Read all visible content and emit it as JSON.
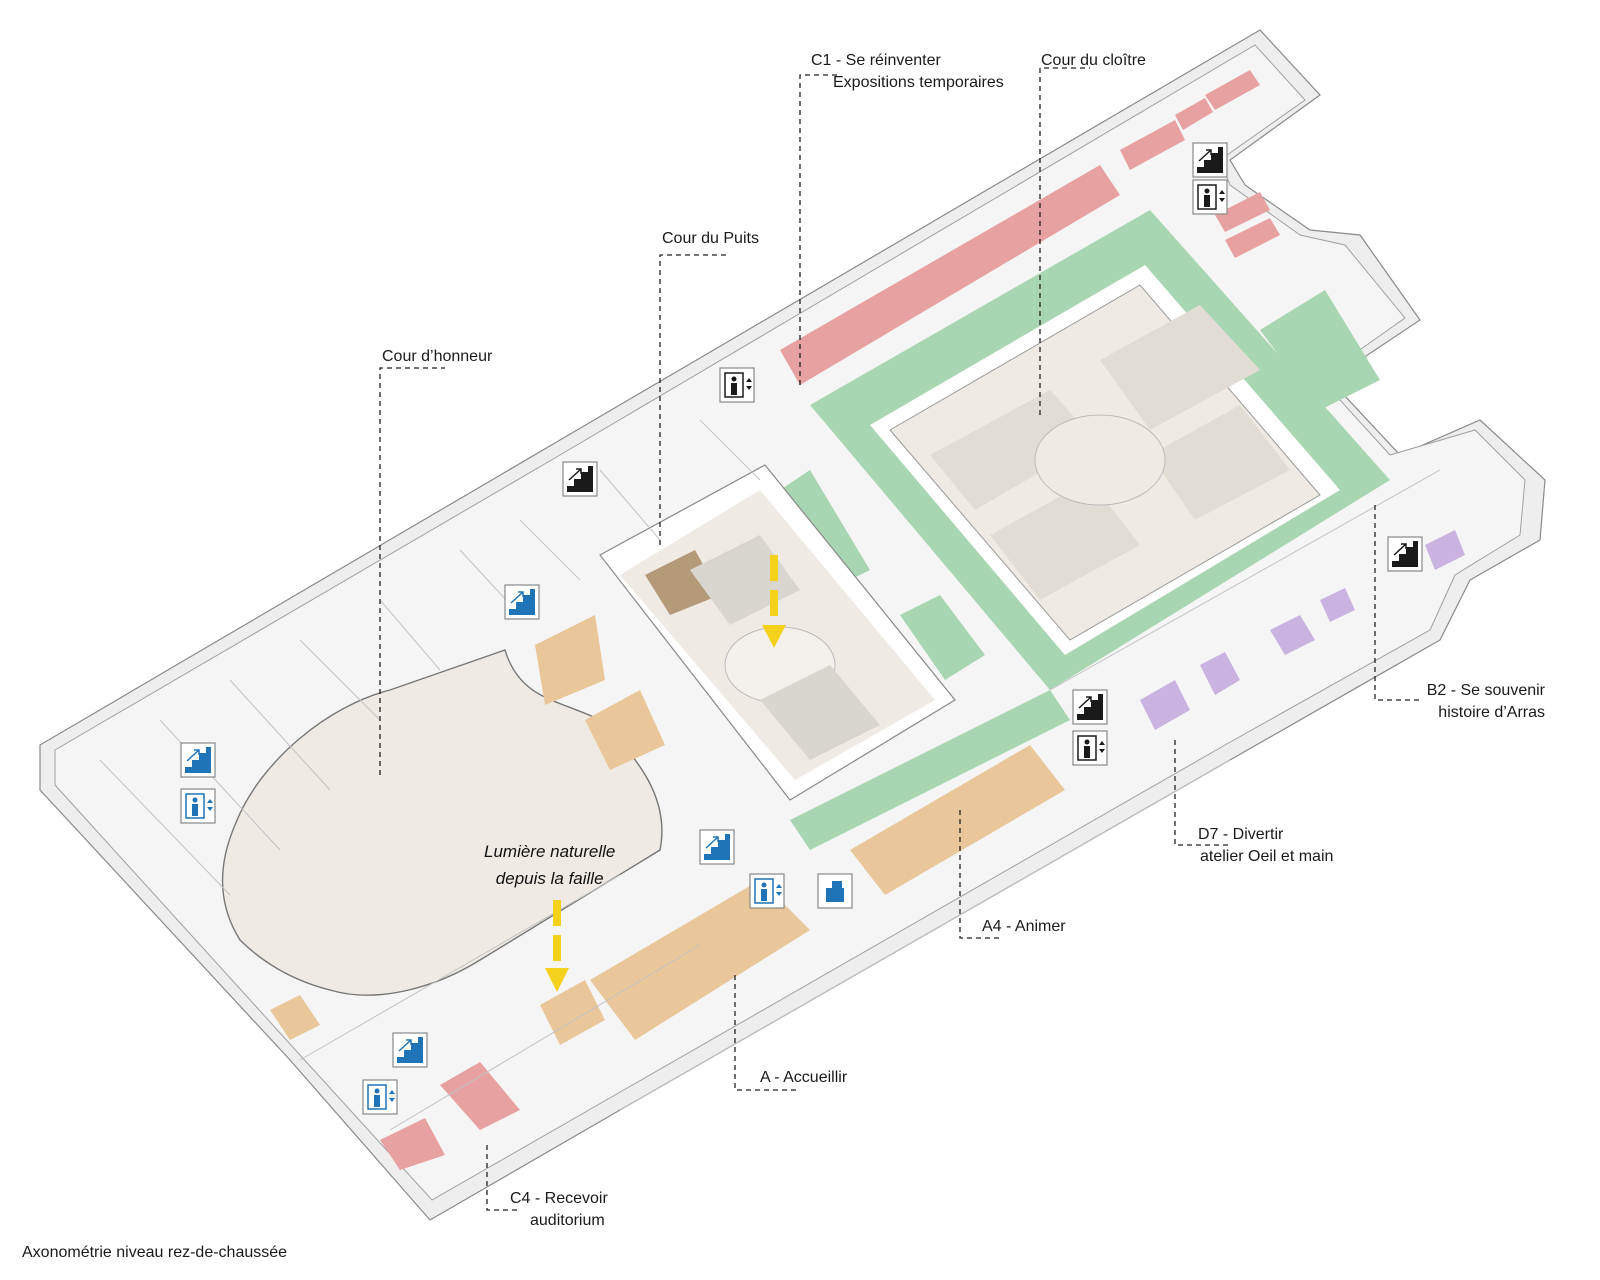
{
  "labels": {
    "c1": {
      "line1": "C1 - Se réinventer",
      "line2": "Expositions temporaires"
    },
    "cloitre": "Cour du cloître",
    "puits": "Cour du Puits",
    "honneur": "Cour d’honneur",
    "b2": {
      "line1": "B2 - Se souvenir",
      "line2": "histoire d’Arras"
    },
    "d7": {
      "line1": "D7 - Divertir",
      "line2": "atelier Oeil et main"
    },
    "a4": "A4 - Animer",
    "a": "A - Accueillir",
    "c4": {
      "line1": "C4 - Recevoir",
      "line2": "auditorium"
    }
  },
  "note": {
    "line1": "Lumière naturelle",
    "line2": "depuis la faille"
  },
  "caption": "Axonométrie niveau rez-de-chaussée",
  "colors": {
    "red_zone": "#e8a1a1",
    "green_zone": "#a9d6b2",
    "orange_zone": "#e9c79a",
    "purple_zone": "#c9b3e0",
    "courtyard": "#efebe4",
    "blue_icon": "#1f73b7",
    "black_icon": "#1a1a1a",
    "light_arrow": "#f4d21b"
  },
  "icons": [
    {
      "name": "stairs-icon",
      "kind": "stairs",
      "color": "black"
    },
    {
      "name": "elevator-icon",
      "kind": "elevator",
      "color": "black"
    },
    {
      "name": "elevator-icon",
      "kind": "elevator",
      "color": "black"
    },
    {
      "name": "stairs-icon",
      "kind": "stairs",
      "color": "black"
    },
    {
      "name": "stairs-icon",
      "kind": "stairs",
      "color": "blue"
    },
    {
      "name": "stairs-icon",
      "kind": "stairs",
      "color": "blue"
    },
    {
      "name": "elevator-icon",
      "kind": "elevator",
      "color": "blue"
    },
    {
      "name": "stairs-icon",
      "kind": "stairs",
      "color": "blue"
    },
    {
      "name": "elevator-icon",
      "kind": "elevator",
      "color": "blue"
    },
    {
      "name": "accessible-toilet-icon",
      "kind": "toilet",
      "color": "blue"
    },
    {
      "name": "stairs-icon",
      "kind": "stairs",
      "color": "blue"
    },
    {
      "name": "elevator-icon",
      "kind": "elevator",
      "color": "blue"
    },
    {
      "name": "stairs-icon",
      "kind": "stairs",
      "color": "black"
    },
    {
      "name": "elevator-icon",
      "kind": "elevator",
      "color": "black"
    },
    {
      "name": "stairs-icon",
      "kind": "stairs",
      "color": "black"
    }
  ]
}
